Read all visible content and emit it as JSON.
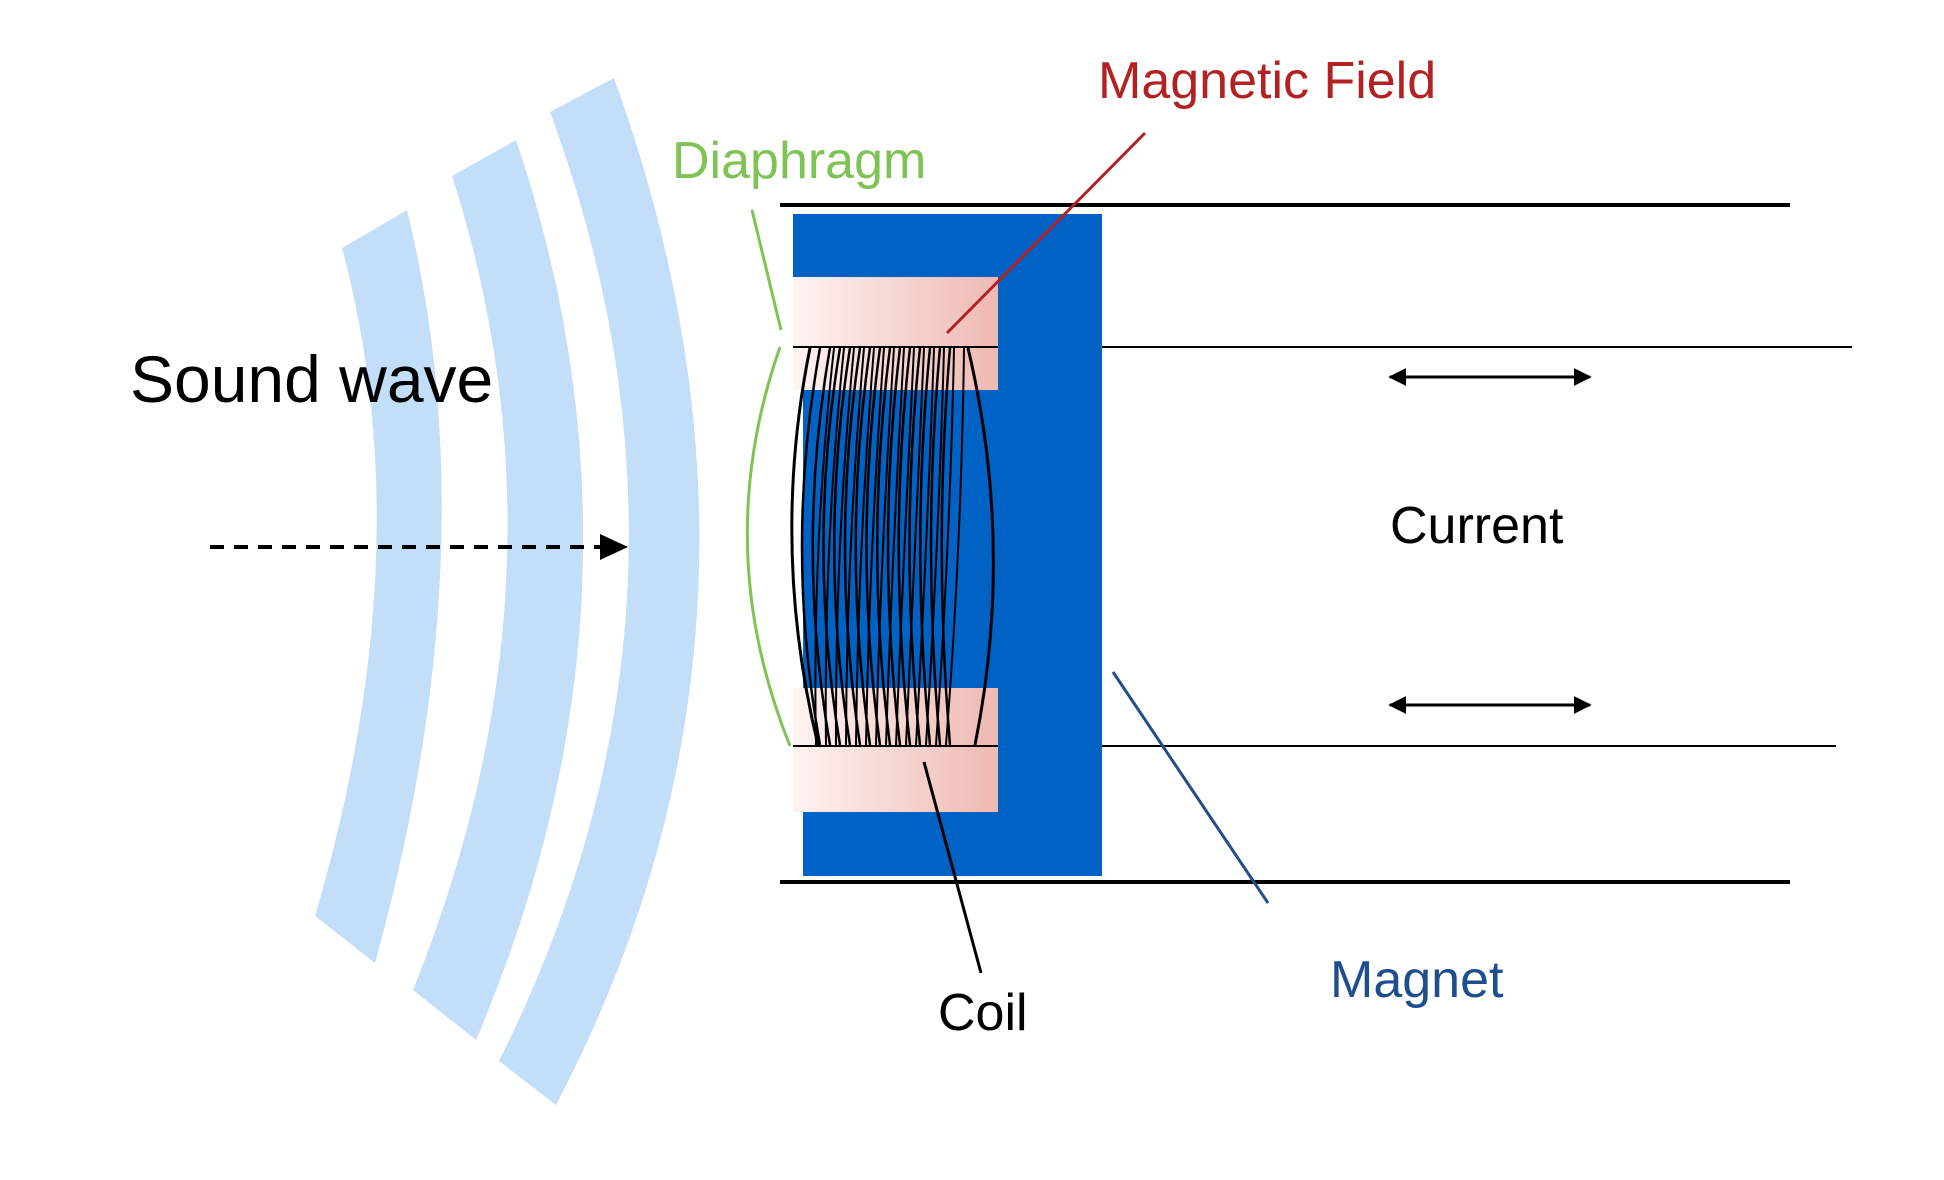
{
  "labels": {
    "sound_wave": "Sound wave",
    "diaphragm": "Diaphragm",
    "magnetic_field": "Magnetic Field",
    "current": "Current",
    "coil": "Coil",
    "magnet": "Magnet"
  },
  "colors": {
    "wave": "#c3def9",
    "magnet": "#0062c4",
    "field_light": "#fdf3f1",
    "field_dark": "#efb9b2",
    "diaphragm": "#7dc455",
    "magnetic_field_label": "#b22222",
    "magnet_label": "#1f4e8c",
    "ink": "#000000"
  }
}
